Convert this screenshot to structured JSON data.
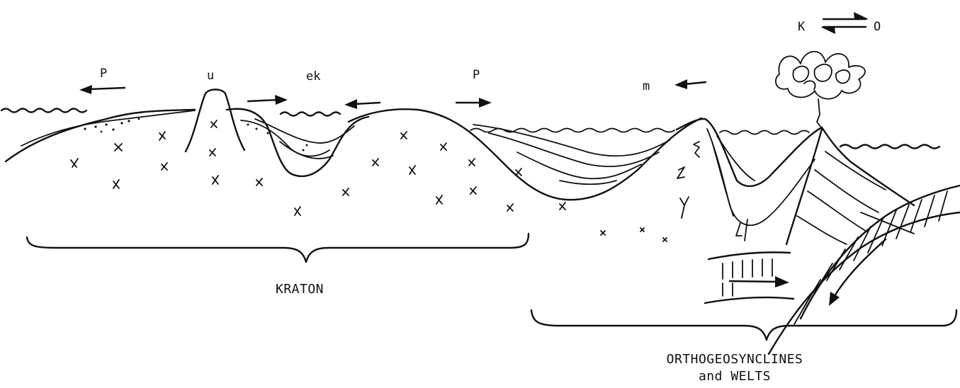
{
  "labels": {
    "p_left": "P",
    "u": "u",
    "ek": "ek",
    "p_right": "P",
    "m": "m",
    "k": "K",
    "o": "O",
    "kraton": "KRATON",
    "ortho_line1": "ORTHOGEOSYNCLINES",
    "ortho_line2": "and WELTS"
  },
  "colors": {
    "ink": "#111111",
    "background": "#ffffff"
  }
}
